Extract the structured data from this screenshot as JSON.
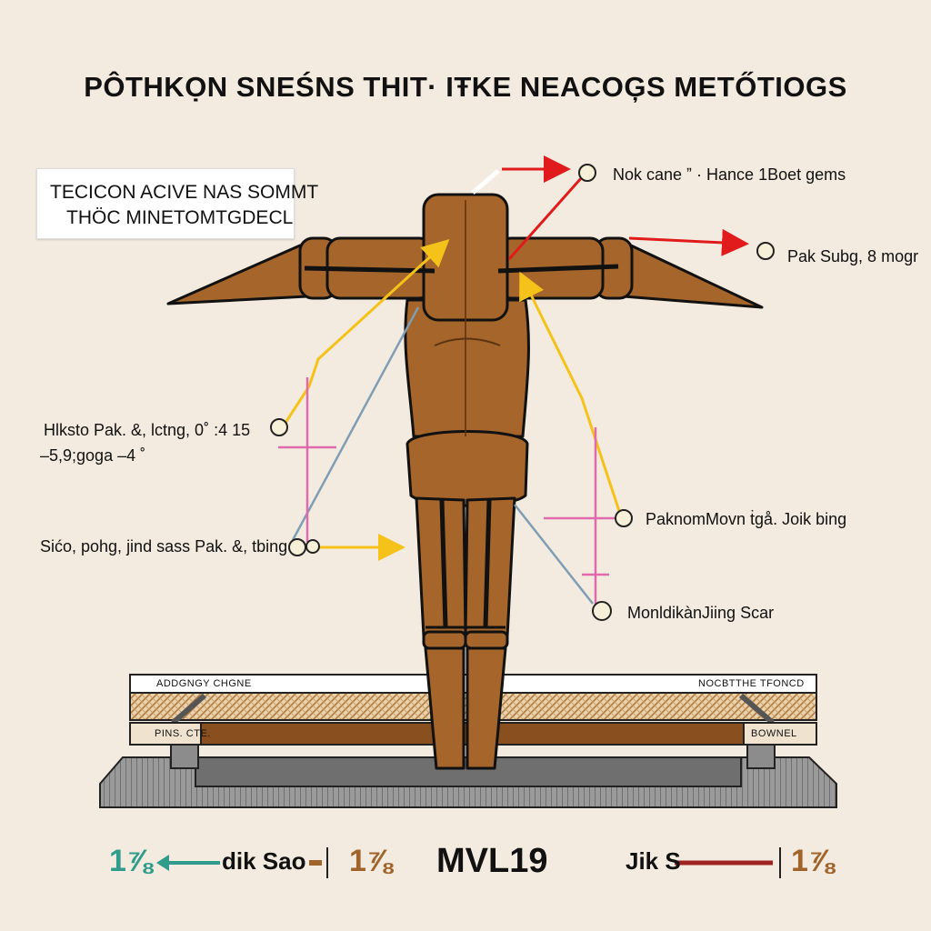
{
  "title": "PÔTHKỌN SNEŚNS THIT· IŦKE NEACOĢS METŐTIOGS",
  "callout": {
    "line1": "TECICON ACIVE NAS SOMMT",
    "line2": "THÖC MINETOMTGDECL"
  },
  "labels": {
    "top_right": "Nok cane ˮ · Hance 1Boet gems",
    "right_upper": "Pak Subg, 8 mogr",
    "left_mid_1": "Hlksto Pak. &, lctng, 0˚ :4 15",
    "left_mid_2": "–5,9;goga –4  ˚",
    "left_lower": "Sićo, pohg, jind sass Pak. &, tbing",
    "right_mid": "PaknomMovn ṫgå. Joik bing",
    "right_lower": "MonldikànJiing Scar"
  },
  "platform": {
    "top_left": "ADDGNGY CHGNE",
    "top_right": "NOCBTTHE TFONCD",
    "mid_left": "PINS. CTE.",
    "mid_right": "BOWNEL"
  },
  "legend": {
    "num1": "1⅞",
    "word1": "dik Sao",
    "num2": "1⅞",
    "center": "MVL19",
    "word2": "Jik S",
    "num3": "1⅞"
  },
  "colors": {
    "background": "#f3ebdf",
    "wood": "#a5652b",
    "wood_dark": "#8a4f1e",
    "outline": "#111111",
    "arrow_red": "#e11b1b",
    "arrow_yellow": "#f5c21a",
    "arrow_blue": "#7f9db4",
    "arrow_pink": "#e06aad",
    "legend_teal": "#2f9c8c",
    "legend_brown": "#a0632a",
    "legend_darkred": "#9e2323"
  },
  "icons": {
    "joint_marker": "pearl-dot-icon",
    "legend_arrow_left": "arrow-left-icon"
  }
}
